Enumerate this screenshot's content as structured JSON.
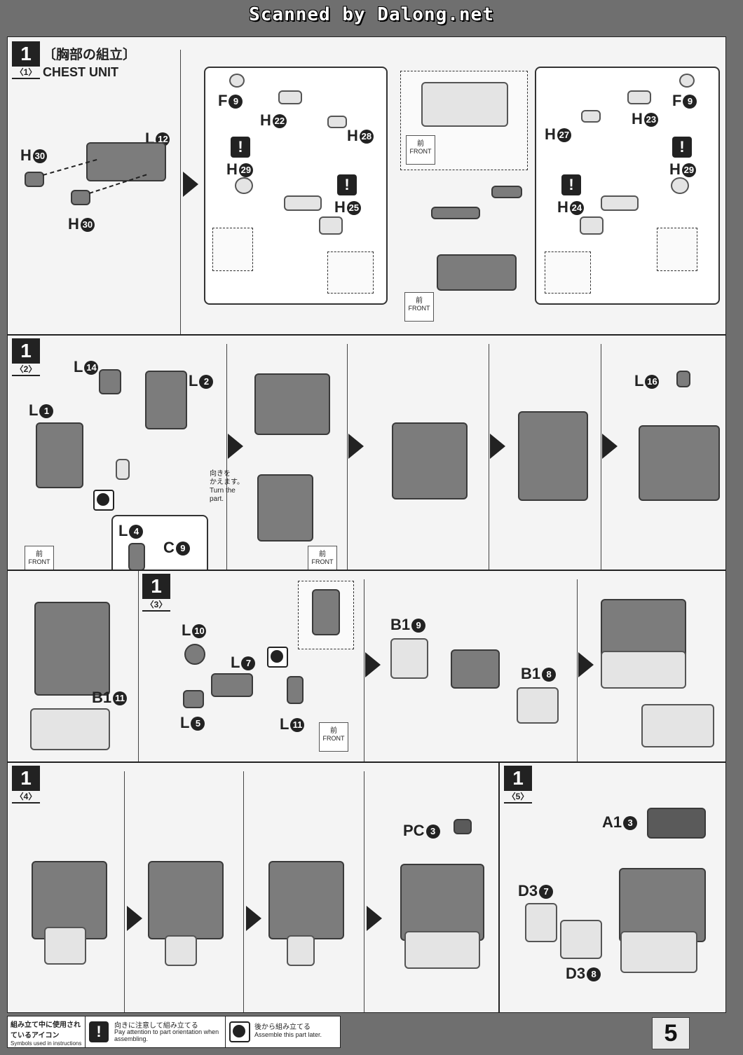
{
  "watermark": "Scanned by Dalong.net",
  "steps": [
    {
      "number": "1",
      "sub": "〈1〉",
      "title_jp": "〔胸部の組立〕",
      "title_en": "CHEST UNIT"
    },
    {
      "number": "1",
      "sub": "〈2〉"
    },
    {
      "number": "1",
      "sub": "〈3〉"
    },
    {
      "number": "1",
      "sub": "〈4〉"
    },
    {
      "number": "1",
      "sub": "〈5〉"
    }
  ],
  "step1_labels": {
    "h30a": "H",
    "h30a_n": "30",
    "l12": "L",
    "l12_n": "12",
    "h30b": "H",
    "h30b_n": "30",
    "f9a": "F",
    "f9a_n": "9",
    "h22": "H",
    "h22_n": "22",
    "h28": "H",
    "h28_n": "28",
    "h29a": "H",
    "h29a_n": "29",
    "h25": "H",
    "h25_n": "25",
    "front": "FRONT",
    "front_jp": "前",
    "h27": "H",
    "h27_n": "27",
    "h23": "H",
    "h23_n": "23",
    "f9b": "F",
    "f9b_n": "9",
    "h29b": "H",
    "h29b_n": "29",
    "h24": "H",
    "h24_n": "24"
  },
  "step2_labels": {
    "l14": "L",
    "l14_n": "14",
    "l2": "L",
    "l2_n": "2",
    "l1": "L",
    "l1_n": "1",
    "l4": "L",
    "l4_n": "4",
    "c9": "C",
    "c9_n": "9",
    "l16": "L",
    "l16_n": "16",
    "turn_jp": "向きを\nかえます。",
    "turn_en": "Turn the\npart.",
    "front": "FRONT",
    "front_jp": "前"
  },
  "step3_labels": {
    "b1_11": "B1",
    "b1_11_n": "11",
    "l10": "L",
    "l10_n": "10",
    "l7": "L",
    "l7_n": "7",
    "l5": "L",
    "l5_n": "5",
    "l11": "L",
    "l11_n": "11",
    "b1_9": "B1",
    "b1_9_n": "9",
    "b1_8": "B1",
    "b1_8_n": "8",
    "front": "FRONT",
    "front_jp": "前"
  },
  "step4_labels": {
    "pc3": "PC",
    "pc3_n": "3"
  },
  "step5_labels": {
    "a1_3": "A1",
    "a1_3_n": "3",
    "d3_7": "D3",
    "d3_7_n": "7",
    "d3_8": "D3",
    "d3_8_n": "8"
  },
  "legend": {
    "title_jp": "組み立て中に使用されているアイコン",
    "title_en": "Symbols used in instructions",
    "attention_jp": "向きに注意して組み立てる",
    "attention_en": "Pay attention to part orientation when assembling.",
    "later_jp": "後から組み立てる",
    "later_en": "Assemble this part later."
  },
  "page_number": "5"
}
